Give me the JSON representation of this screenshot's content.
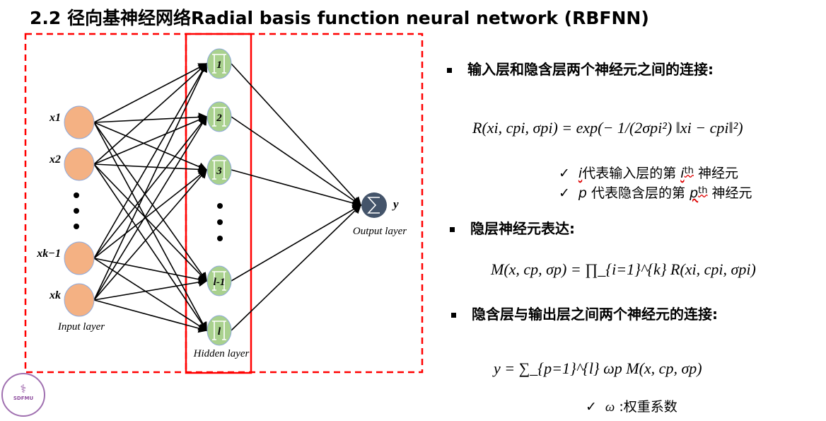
{
  "title": "2.2 径向基神经网络Radial basis function neural network (RBFNN)",
  "diagram": {
    "colors": {
      "box": "#ff0000",
      "input_node": "#f4b183",
      "hidden_node": "#a9d18e",
      "output_node": "#44546a",
      "edge": "#000000"
    },
    "input_labels": [
      "x1",
      "x2",
      "xk−1",
      "xk"
    ],
    "input_label_main": [
      "x",
      "x",
      "x",
      "x"
    ],
    "input_label_sub": [
      "1",
      "2",
      "k−1",
      "k"
    ],
    "hidden_labels": [
      "1",
      "2",
      "3",
      "l-1",
      "l"
    ],
    "hidden_symbol": "∏",
    "output_symbol": "∑",
    "output_label": "y",
    "input_layer_label": "Input layer",
    "hidden_layer_label": "Hidden layer",
    "output_layer_label": "Output layer"
  },
  "logo": {
    "text": "SDFMU"
  },
  "sections": [
    {
      "heading": "输入层和隐含层两个神经元之间的连接:"
    },
    {
      "heading": "隐层神经元表达:"
    },
    {
      "heading": "隐含层与输出层之间两个神经元的连接:"
    }
  ],
  "formulas": {
    "f1_lhs": "R(x",
    "f1_lhs_rest": ", c",
    "f1_full": "R(xi, cpi, σpi) = exp(− 1/(2σpi²) ‖xi − cpi‖²)",
    "f2_full": "M(x, cp, σp) = ∏_{i=1}^{k} R(xi, cpi, σpi)",
    "f3_full": "y = ∑_{p=1}^{l} ωp M(x, cp, σp)"
  },
  "notes": [
    {
      "var": "i",
      "text": "代表输入层的第",
      "sup_var": "i",
      "sup": "th",
      "tail": "神经元"
    },
    {
      "var": "p",
      "text": "代表隐含层的第",
      "sup_var": "p",
      "sup": "th",
      "tail": "神经元"
    },
    {
      "var": "ω",
      "text": "权重系数",
      "sep": ":"
    }
  ],
  "check_icon": "✓"
}
